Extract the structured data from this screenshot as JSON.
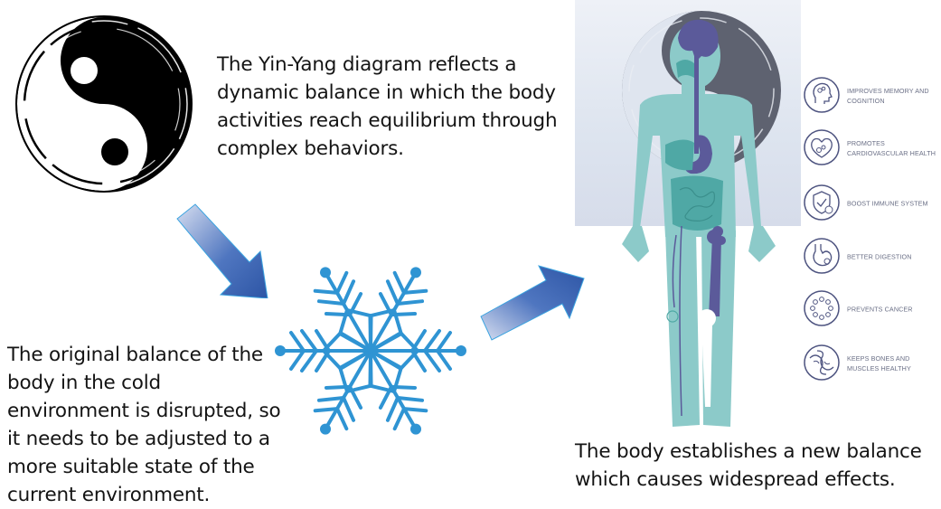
{
  "captions": {
    "yin_yang": "The Yin-Yang diagram reflects a dynamic balance in which the body activities reach equilibrium through complex behaviors.",
    "cold_disruption": "The original balance of the body in the cold environment is disrupted, so it needs to be adjusted to a more suitable state of the current environment.",
    "new_balance": "The body establishes a new balance which causes widespread effects."
  },
  "figures": {
    "yin_yang": "yin-yang-symbol",
    "arrow_1": "arrow-down-right",
    "cold": "snowflake",
    "arrow_2": "arrow-up-right",
    "body": "human-body-anatomy-over-yin-yang"
  },
  "benefits": [
    {
      "icon": "brain-head-icon",
      "label": "IMPROVES MEMORY AND COGNITION"
    },
    {
      "icon": "heart-gears-icon",
      "label": "PROMOTES CARDIOVASCULAR HEALTH"
    },
    {
      "icon": "shield-check-icon",
      "label": "BOOST IMMUNE SYSTEM"
    },
    {
      "icon": "stomach-icon",
      "label": "BETTER DIGESTION"
    },
    {
      "icon": "cell-ring-icon",
      "label": "PREVENTS CANCER"
    },
    {
      "icon": "bone-muscle-icon",
      "label": "KEEPS BONES AND MUSCLES HEALTHY"
    }
  ],
  "colors": {
    "arrow_dark": "#2f5aa8",
    "arrow_light": "#d4dcef",
    "snowflake": "#2f94d3",
    "body_teal": "#8ccac9",
    "organ_teal": "#4fa8a5",
    "organ_purple": "#5b5a9a",
    "yinyang_dark": "#5e6270",
    "icon_line": "#4e5480"
  }
}
